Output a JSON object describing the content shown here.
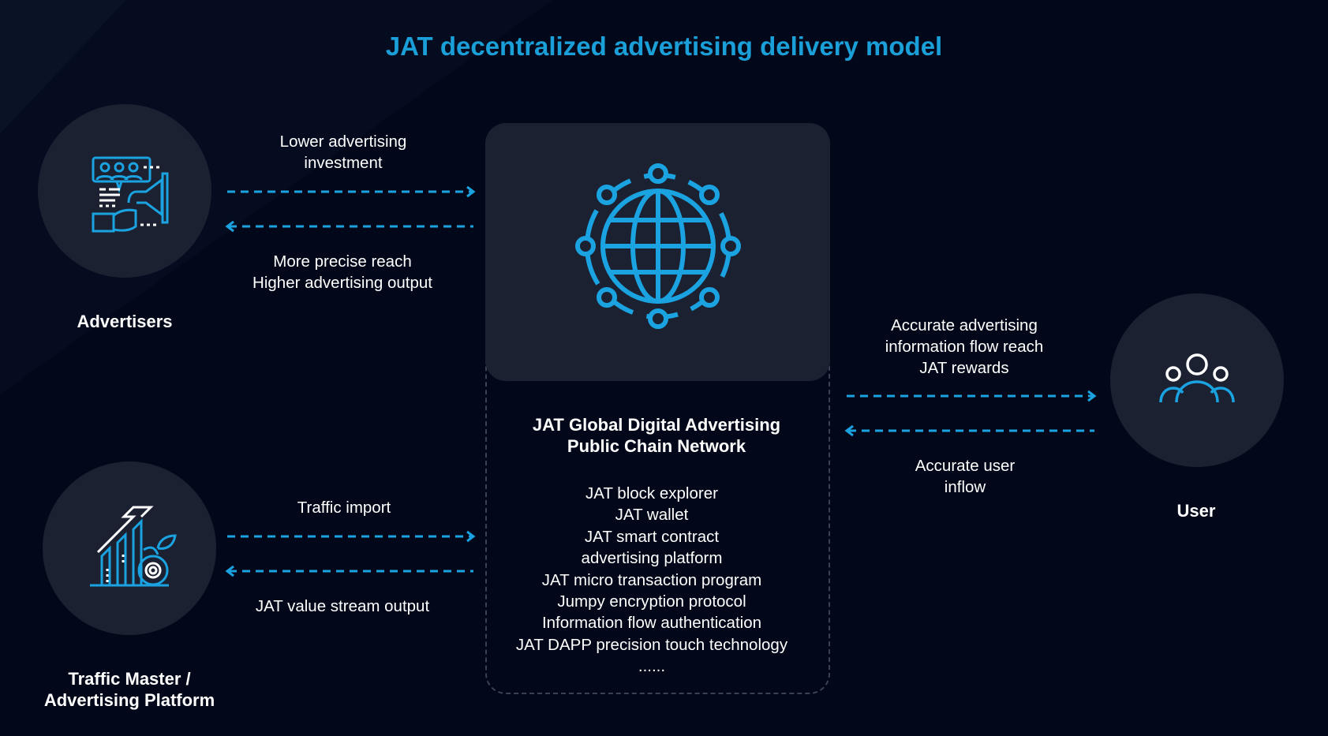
{
  "title": "JAT decentralized advertising delivery model",
  "colors": {
    "accent": "#1a9fd8",
    "background": "#020819",
    "panel": "#1b2131"
  },
  "nodes": {
    "advertisers": {
      "label": "Advertisers",
      "icon": "megaphone-audience-icon"
    },
    "traffic": {
      "label_lines": [
        "Traffic Master /",
        "Advertising Platform"
      ],
      "icon": "growth-chart-gear-icon"
    },
    "user": {
      "label": "User",
      "icon": "users-group-icon"
    },
    "center": {
      "icon": "globe-network-icon",
      "title_lines": [
        "JAT Global Digital Advertising",
        "Public Chain Network"
      ],
      "items": [
        "JAT block explorer",
        "JAT wallet",
        "JAT smart contract",
        "advertising platform",
        "JAT micro transaction program",
        "Jumpy encryption protocol",
        "Information flow authentication",
        "JAT DAPP precision touch technology",
        "......"
      ]
    }
  },
  "flows": {
    "adv_to_center": [
      "Lower advertising",
      "investment"
    ],
    "center_to_adv": [
      "More precise reach",
      "Higher advertising output"
    ],
    "traffic_to_center": [
      "Traffic import"
    ],
    "center_to_traffic": [
      "JAT value stream output"
    ],
    "center_to_user": [
      "Accurate advertising",
      "information flow reach",
      "JAT rewards"
    ],
    "user_to_center": [
      "Accurate user",
      "inflow"
    ]
  }
}
